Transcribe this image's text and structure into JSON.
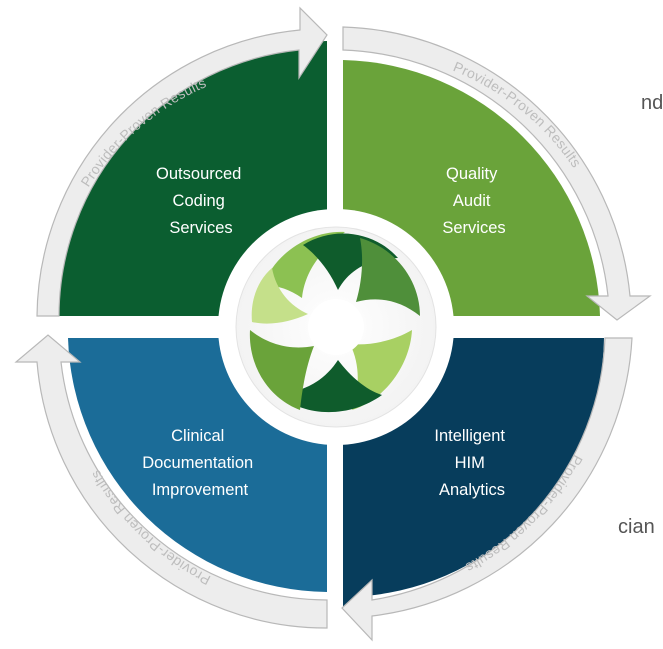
{
  "stray_text": {
    "top_right": "nd",
    "bottom_right": "cian"
  },
  "arrow_label": "Provider-Proven Results",
  "quadrants": {
    "top_left": {
      "lines": [
        "Outsourced",
        "Coding",
        "Services"
      ],
      "color": "#0b5e30"
    },
    "top_right": {
      "lines": [
        "Quality",
        "Audit",
        "Services"
      ],
      "color": "#6aa33a"
    },
    "bottom_left": {
      "lines": [
        "Clinical",
        "Documentation",
        "Improvement"
      ],
      "color": "#1b6c98"
    },
    "bottom_right": {
      "lines": [
        "Intelligent",
        "HIM",
        "Analytics"
      ],
      "color": "#073d5c"
    }
  },
  "colors": {
    "arrow_fill": "#ededed",
    "arrow_stroke": "#b8b8b8",
    "arrow_text": "#bdbdbd",
    "logo_dark": "#0f5c2c",
    "logo_light": "#8cc152"
  },
  "center_logo": "circular-swirl-logo"
}
